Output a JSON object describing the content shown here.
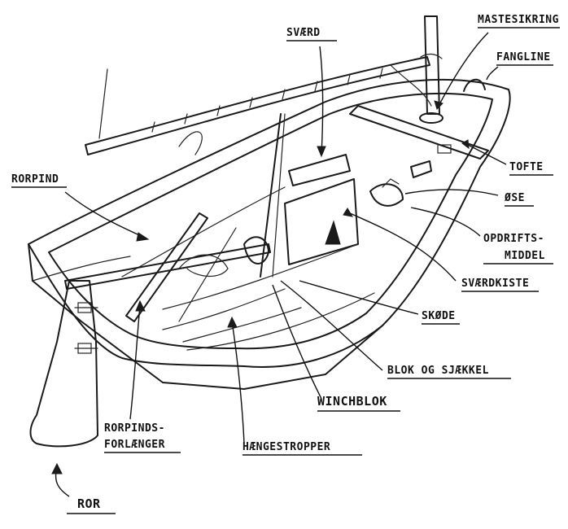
{
  "labels": {
    "svaerd": "SVÆRD",
    "mastesikring": "MASTESIKRING",
    "fangline": "FANGLINE",
    "tofte": "TOFTE",
    "ose": "ØSE",
    "opdrifts": "OPDRIFTS-",
    "middel": "MIDDEL",
    "svaerdkiste": "SVÆRDKISTE",
    "skode": "SKØDE",
    "blok": "BLOK OG SJÆKKEL",
    "winchblok": "WINCHBLOK",
    "haengestropper": "HÆNGESTROPPER",
    "rorpindsforlaenger_1": "RORPINDS-",
    "rorpindsforlaenger_2": "FORLÆNGER",
    "rorpind": "RORPIND",
    "ror": "ROR"
  },
  "colors": {
    "ink": "#111111",
    "paper": "#ffffff"
  }
}
